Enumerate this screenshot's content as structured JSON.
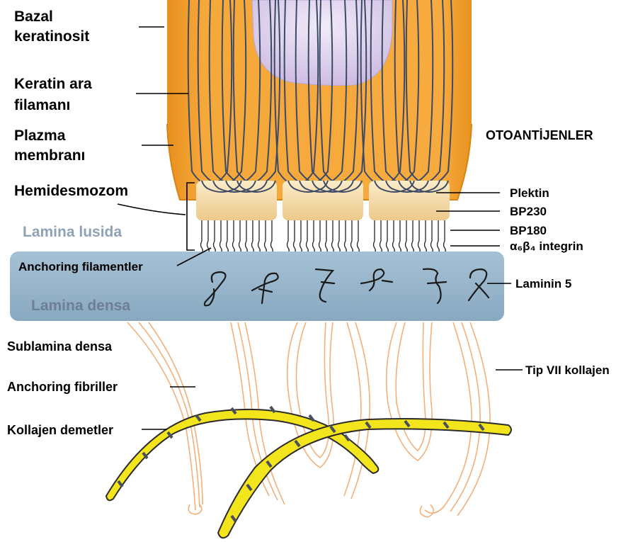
{
  "labels": {
    "bazal_1": "Bazal",
    "bazal_2": "keratinosit",
    "keratin_1": "Keratin ara",
    "keratin_2": "filamanı",
    "plazma_1": "Plazma",
    "plazma_2": "membranı",
    "hemidesmozom": "Hemidesmozom",
    "lamina_lusida": "Lamina lusida",
    "anchoring_filamentler": "Anchoring filamentler",
    "lamina_densa": "Lamina densa",
    "sublamina_densa": "Sublamina densa",
    "anchoring_fibriller": "Anchoring fibriller",
    "kollajen_demetler": "Kollajen demetler",
    "otoantijenler": "OTOANTİJENLER",
    "plektin": "Plektin",
    "bp230": "BP230",
    "bp180": "BP180",
    "integrin": "α₆β₄ integrin",
    "laminin5": "Laminin 5",
    "tip7": "Tip VII kollajen"
  },
  "colors": {
    "cell": "#f6a83a",
    "cell_edge": "#e08a18",
    "nucleus": "#d6c6e8",
    "keratin": "#3d4a66",
    "plaque": "#f5dcaa",
    "lamina_densa": "#93b2c9",
    "fibril": "#f2b07a",
    "collagen": "#f3e51c",
    "collagen_edge": "#2b2b2b"
  }
}
